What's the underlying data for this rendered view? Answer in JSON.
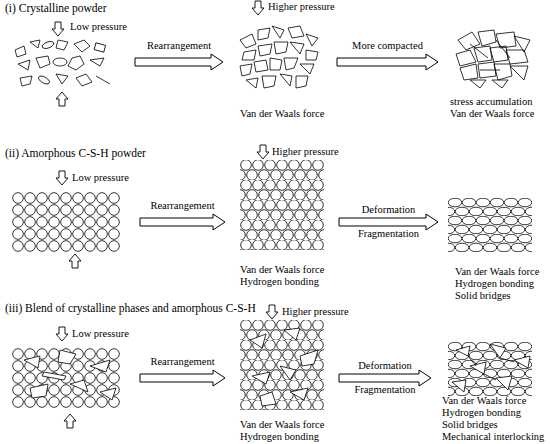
{
  "diagram": {
    "nodes": [
      {
        "text": [
          "Low pressure"
        ]
      },
      {
        "text": [
          "Higher pressure",
          "Van der Waals force"
        ]
      },
      {
        "text": [
          "stress accumulation",
          "Van der Waals force"
        ]
      },
      {
        "text": [
          "Low pressure"
        ]
      },
      {
        "text": [
          "Higher pressure",
          "Van der Waals force",
          "Hydrogen bonding"
        ]
      },
      {
        "text": [
          "Van der Waals force",
          "Hydrogen bonding",
          "Solid bridges"
        ]
      },
      {
        "text": [
          "Low pressure"
        ]
      },
      {
        "text": [
          "Higher pressure",
          "Van der Waals force",
          "Hydrogen bonding"
        ]
      },
      {
        "text": [
          "Van der Waals force",
          "Hydrogen bonding",
          "Solid bridges",
          "Mechanical interlocking"
        ]
      }
    ],
    "edges": [
      {
        "from": 0,
        "to": 1,
        "label": "Rearrangement",
        "arrow": "to"
      },
      {
        "from": 1,
        "to": 2,
        "label": "More compacted",
        "arrow": "to"
      },
      {
        "from": 3,
        "to": 4,
        "label": "Rearrangement",
        "arrow": "to"
      },
      {
        "from": 4,
        "to": 5,
        "label": "Deformation Fragmentation",
        "arrow": "to"
      },
      {
        "from": 6,
        "to": 7,
        "label": "Rearrangement",
        "arrow": "to"
      },
      {
        "from": 7,
        "to": 8,
        "label": "Deformation Fragmentation",
        "arrow": "to"
      }
    ],
    "labels": [
      "(i) Crystalline powder",
      "(ii) Amorphous C-S-H powder",
      "(iii) Blend of crystalline phases and amorphous C-S-H"
    ]
  }
}
